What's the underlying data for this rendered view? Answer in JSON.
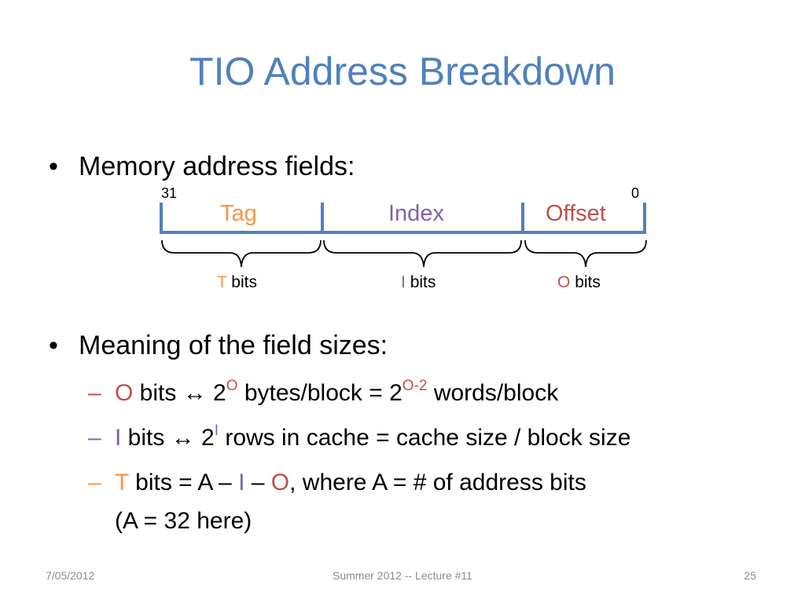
{
  "slide": {
    "title": "TIO Address Breakdown",
    "bullet1": "Memory address fields:",
    "bullet2": "Meaning of the field sizes:"
  },
  "diagram": {
    "bit_high": "31",
    "bit_low": "0",
    "fields": {
      "tag": "Tag",
      "index": "Index",
      "offset": "Offset"
    },
    "bits": {
      "t_letter": "T",
      "i_letter": "I",
      "o_letter": "O",
      "word": "bits"
    }
  },
  "subbullets": {
    "s1": {
      "var": "O",
      "text1": " bits  ↔  2",
      "sup1": "O",
      "text2": " bytes/block = 2",
      "sup2": "O-2",
      "text3": " words/block"
    },
    "s2": {
      "var": "I",
      "text1": " bits  ↔  2",
      "sup1": "I",
      "text2": " rows in cache = cache size / block size"
    },
    "s3": {
      "var": "T",
      "text1": " bits = A – ",
      "i": "I",
      "text2": " – ",
      "o": "O",
      "text3": ", where A = # of address bits",
      "line2": "(A = 32 here)"
    }
  },
  "footer": {
    "date": "7/05/2012",
    "course": "Summer 2012 -- Lecture #11",
    "page": "25"
  },
  "colors": {
    "title": "#4f81bd",
    "tag": "#f79646",
    "index": "#8064a2",
    "offset": "#c0504d",
    "line": "#4f81bd"
  }
}
